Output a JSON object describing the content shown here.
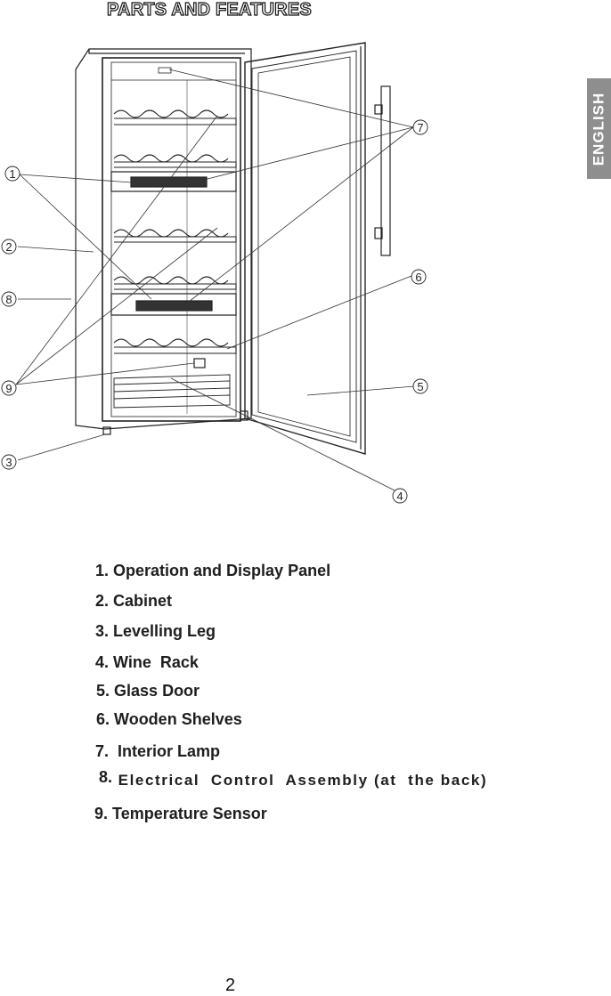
{
  "page": {
    "title": "PARTS AND FEATURES",
    "language_tab": "ENGLISH",
    "page_number": "2"
  },
  "callouts": [
    "1",
    "2",
    "3",
    "4",
    "5",
    "6",
    "7",
    "8",
    "9"
  ],
  "parts": [
    {
      "number": "1.",
      "label": "Operation and Display Panel"
    },
    {
      "number": "2.",
      "label": "Cabinet"
    },
    {
      "number": "3.",
      "label": "Levelling Leg"
    },
    {
      "number": "4.",
      "label": "Wine  Rack"
    },
    {
      "number": "5.",
      "label": "Glass Door"
    },
    {
      "number": "6.",
      "label": "Wooden Shelves"
    },
    {
      "number": "7.",
      "label": " Interior Lamp"
    },
    {
      "number": "8.",
      "label": "Electrical  Control  Assembly (at  the back)"
    },
    {
      "number": "9.",
      "label": "Temperature Sensor"
    }
  ]
}
